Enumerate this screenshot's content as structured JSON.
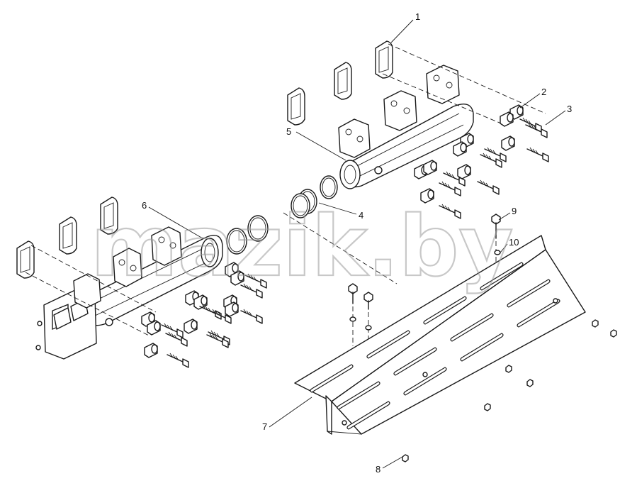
{
  "watermark": "mazik.by",
  "callouts": [
    {
      "id": "1",
      "label": "1"
    },
    {
      "id": "2",
      "label": "2"
    },
    {
      "id": "3",
      "label": "3"
    },
    {
      "id": "4",
      "label": "4"
    },
    {
      "id": "5",
      "label": "5"
    },
    {
      "id": "6",
      "label": "6"
    },
    {
      "id": "7",
      "label": "7"
    },
    {
      "id": "8",
      "label": "8"
    },
    {
      "id": "9",
      "label": "9"
    },
    {
      "id": "10",
      "label": "10"
    }
  ]
}
